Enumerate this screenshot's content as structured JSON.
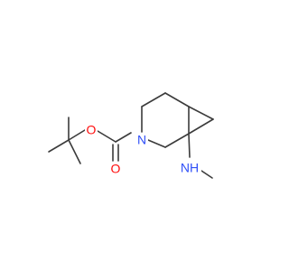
{
  "molecule": {
    "atoms": {
      "O_ester": "O",
      "O_carbonyl": "O",
      "N_ring": "N",
      "N_amine": "NH"
    },
    "colors": {
      "bond": "#3b3b3b",
      "oxygen": "#ff0d0d",
      "nitrogen": "#3050f8"
    }
  }
}
